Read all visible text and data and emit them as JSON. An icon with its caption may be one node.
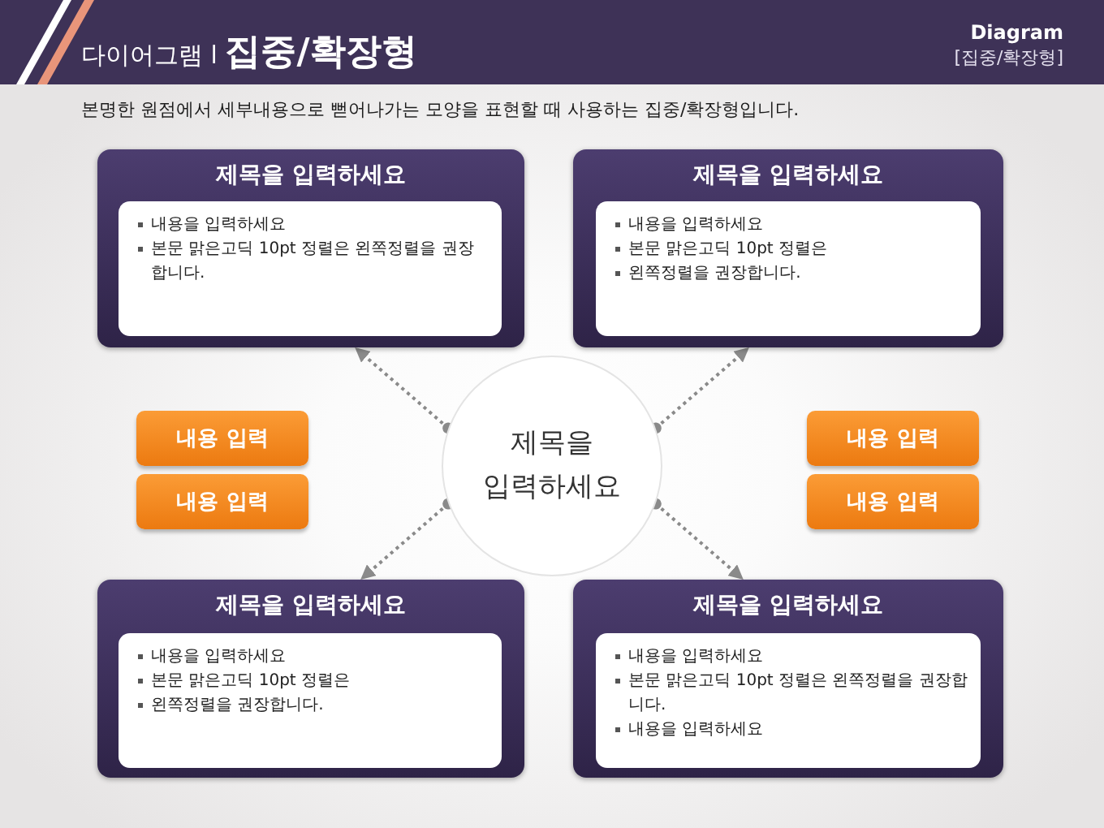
{
  "diagram": {
    "title": "다이어그램 l **집중/확장형**",
    "nodes": [
      {
        "text": [
          "제목을 입력하세요"
        ]
      },
      {
        "text": [
          "내용을 입력하세요",
          "본문 맑은고딕 10pt 정렬은 왼쪽정렬을 권장합니다."
        ],
        "in": 0
      },
      {
        "text": [
          "제목을 입력하세요"
        ]
      },
      {
        "text": [
          "내용을 입력하세요",
          "본문 맑은고딕 10pt 정렬은",
          "왼쪽정렬을 권장합니다."
        ],
        "in": 2
      },
      {
        "text": [
          "내용 입력"
        ]
      },
      {
        "text": [
          "내용 입력"
        ]
      },
      {
        "text": [
          "제목을 입력하세요"
        ]
      },
      {
        "text": [
          "내용 입력"
        ]
      },
      {
        "text": [
          "내용 입력"
        ]
      },
      {
        "text": [
          "제목을 입력하세요"
        ]
      },
      {
        "text": [
          "내용을 입력하세요",
          "본문 맑은고딕 10pt 정렬은",
          "왼쪽정렬을 권장합니다."
        ],
        "in": 9
      },
      {
        "text": [
          "제목을 입력하세요"
        ]
      },
      {
        "text": [
          "내용을 입력하세요",
          "본문 맑은고딕 10pt 정렬은 왼쪽정렬을 권장합니다.",
          "내용을 입력하세요"
        ],
        "in": 11
      }
    ],
    "edges": [
      {
        "from": 6,
        "to": 0,
        "arrow": "to"
      },
      {
        "from": 6,
        "to": 2,
        "arrow": "to"
      },
      {
        "from": 6,
        "to": 9,
        "arrow": "to"
      },
      {
        "from": 6,
        "to": 11,
        "arrow": "to"
      }
    ],
    "labels": [
      "Diagram",
      "[집중/확장형]",
      "본명한 원점에서 세부내용으로 뻗어나가는 모양을 표현할 때 사용하는 집중/확장형입니다."
    ]
  }
}
